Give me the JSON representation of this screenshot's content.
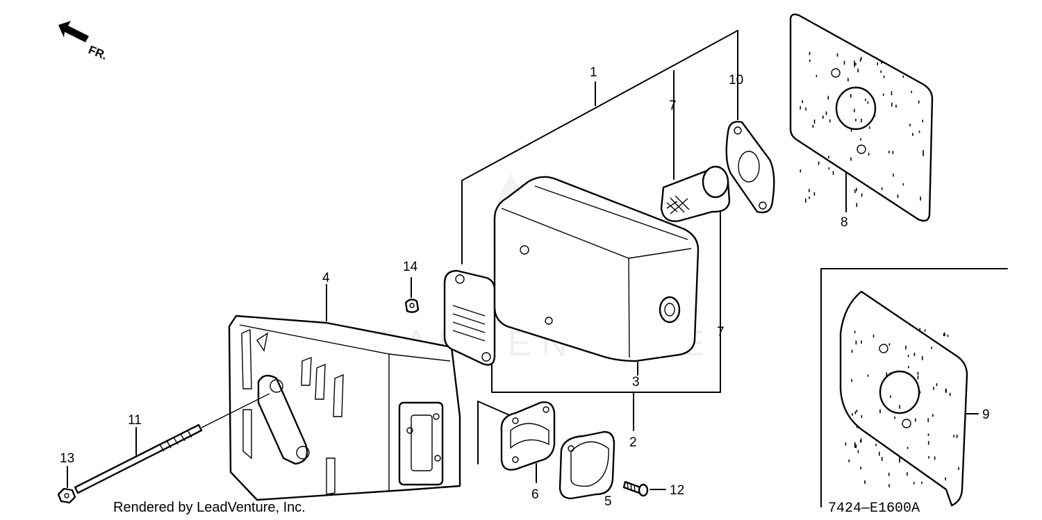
{
  "direction_label": "FR.",
  "callouts": [
    "1",
    "2",
    "3",
    "4",
    "5",
    "6",
    "7",
    "7",
    "8",
    "9",
    "10",
    "11",
    "12",
    "13",
    "14"
  ],
  "credit": "Rendered by LeadVenture, Inc.",
  "drawing_code": "7424—E1600A",
  "watermark": "LEADVENTURE",
  "icons": {
    "direction": "arrow-fr-icon"
  }
}
